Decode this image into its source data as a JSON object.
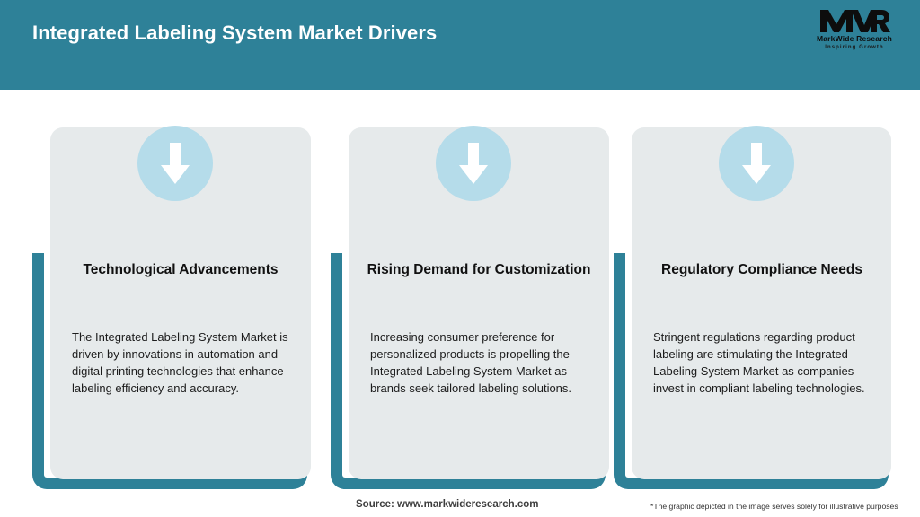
{
  "header": {
    "title": "Integrated Labeling System Market Drivers",
    "background_color": "#2e8198",
    "title_color": "#ffffff"
  },
  "logo": {
    "mark": "MWR",
    "name": "MarkWide Research",
    "tagline": "Inspiring Growth"
  },
  "theme": {
    "teal": "#2e8198",
    "card_background": "#e6eaeb",
    "icon_circle": "#b5dcea",
    "arrow_color": "#ffffff"
  },
  "cards": [
    {
      "icon": "arrow-down-icon",
      "heading": "Technological Advancements",
      "body": "The Integrated Labeling System Market is driven by innovations in automation and digital printing technologies that enhance labeling efficiency and accuracy."
    },
    {
      "icon": "arrow-down-icon",
      "heading": "Rising Demand for Customization",
      "body": "Increasing consumer preference for personalized products is propelling the Integrated Labeling System Market as brands seek tailored labeling solutions."
    },
    {
      "icon": "arrow-down-icon",
      "heading": "Regulatory Compliance Needs",
      "body": "Stringent regulations regarding product labeling are stimulating the Integrated Labeling System Market as companies invest in compliant labeling technologies."
    }
  ],
  "footer": {
    "source": "Source: www.markwideresearch.com",
    "disclaimer": "*The graphic depicted in the image serves solely for illustrative purposes"
  }
}
